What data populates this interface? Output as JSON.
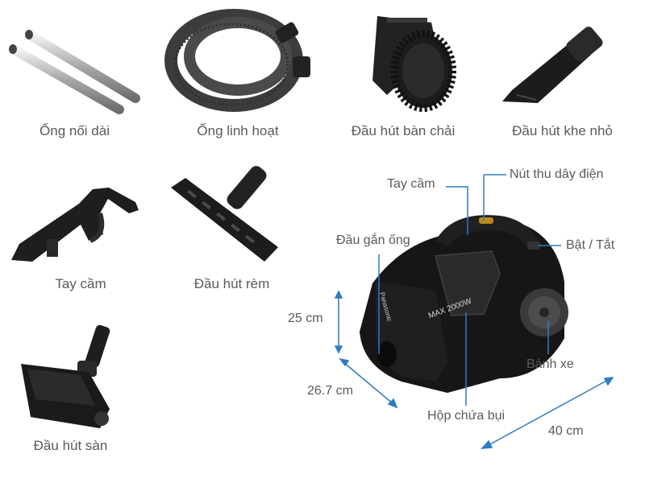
{
  "accessories": [
    {
      "label": "Ống nối dài"
    },
    {
      "label": "Ống linh hoạt"
    },
    {
      "label": "Đầu hút bàn chải"
    },
    {
      "label": "Đầu hút khe nhỏ"
    },
    {
      "label": "Tay cầm"
    },
    {
      "label": "Đầu hút rèm"
    },
    {
      "label": "Đầu hút sàn"
    }
  ],
  "product": {
    "brand_text": "Panasonic",
    "power_text": "MAX 2000W",
    "callouts": {
      "handle": "Tay cầm",
      "cord_button": "Nút thu dây điện",
      "hose_port": "Đầu gắn ống",
      "power_switch": "Bật / Tắt",
      "wheel": "Bánh xe",
      "dust_box": "Hộp chứa bụi"
    },
    "dimensions": {
      "height": "25 cm",
      "depth": "26.7 cm",
      "width": "40 cm"
    }
  },
  "colors": {
    "callout_line": "#2e7bc4",
    "product_black": "#1a1a1a",
    "metal": "#bfbfbf"
  }
}
